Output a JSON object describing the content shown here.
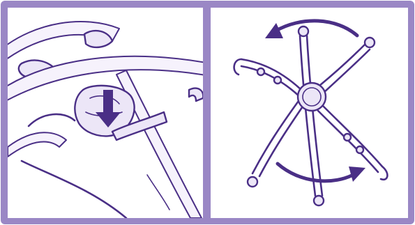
{
  "figure": {
    "colors": {
      "frame": "#9a87c5",
      "ink": "#4a2f86",
      "tint": "#ece6f7",
      "background": "#ffffff"
    },
    "panels": [
      {
        "id": "left",
        "depicts": "arch-clip-press-down",
        "arrow_icon": "arrow-down-icon"
      },
      {
        "id": "right",
        "depicts": "mobile-arms-rotate",
        "arrow_icon": "rotate-arrows-icon"
      }
    ]
  }
}
